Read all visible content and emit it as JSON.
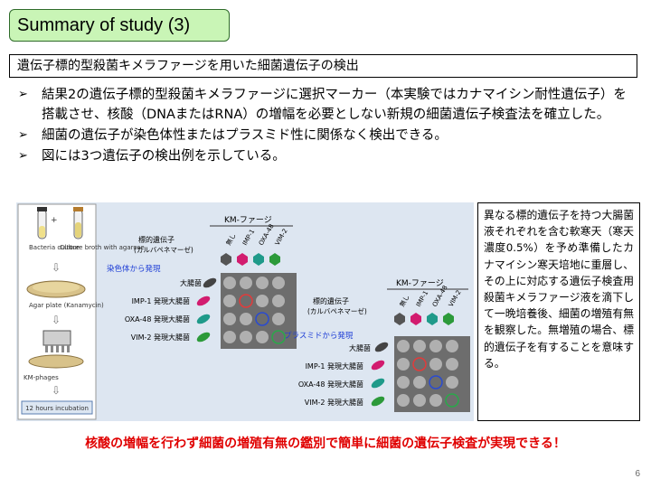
{
  "slide": {
    "title": "Summary of study (3)",
    "subtitle": "遺伝子標的型殺菌キメラファージを用いた細菌遺伝子の検出",
    "bullets": [
      "結果2の遺伝子標的型殺菌キメラファージに選択マーカー（本実験ではカナマイシン耐性遺伝子）を搭載させ、核酸（DNAまたはRNA）の増幅を必要としない新規の細菌遺伝子検査法を確立した。",
      "細菌の遺伝子が染色体性またはプラスミド性に関係なく検出できる。",
      "図には3つ遺伝子の検出例を示している。"
    ],
    "bullet_glyph": "➢",
    "note": "異なる標的遺伝子を持つ大腸菌液それぞれを含む軟寒天（寒天濃度0.5%）を予め準備したカナマイシン寒天培地に重層し、その上に対応する遺伝子検査用殺菌キメラファージ液を滴下して一晩培養後、細菌の増殖有無を観察した。無増殖の場合、標的遺伝子を有することを意味する。",
    "conclusion": "核酸の増幅を行わず細菌の増殖有無の鑑別で簡単に細菌の遺伝子検査が実現できる！",
    "page_number": "6"
  },
  "figure": {
    "left_panel": {
      "bacteria_culture": "Bacteria culture",
      "culture_broth": "Culture broth with agarose",
      "agar_plate": "Agar plate (Kanamycin)",
      "km_phages": "KM-phages",
      "incubation": "12 hours incubation"
    },
    "chromosome_panel": {
      "phage_header": "KM-ファージ",
      "target_gene_label": "標的遺伝子",
      "target_gene_sub": "(カルバペネマーゼ)",
      "columns": [
        "無し",
        "IMP-1",
        "OXA-48",
        "VIM-2"
      ],
      "section_label": "染色体から発現",
      "rows": [
        "大腸菌",
        "IMP-1 発現大腸菌",
        "OXA-48 発現大腸菌",
        "VIM-2 発現大腸菌"
      ]
    },
    "plasmid_panel": {
      "phage_header": "KM-ファージ",
      "target_gene_label": "標的遺伝子",
      "target_gene_sub": "(カルバペネマーゼ)",
      "columns": [
        "無し",
        "IMP-1",
        "OXA-48",
        "VIM-2"
      ],
      "section_label": "プラスミドから発現",
      "rows": [
        "大腸菌",
        "IMP-1 発現大腸菌",
        "OXA-48 発現大腸菌",
        "VIM-2 発現大腸菌"
      ]
    },
    "colors": {
      "section_label": "#1f3fd6",
      "circle_imp1": "#e23b3b",
      "circle_oxa48": "#2a4bd0",
      "circle_vim2": "#2aa84a",
      "bacteria_plain": "#444444",
      "bacteria_imp1": "#d21c6f",
      "bacteria_oxa48": "#1f9a8a",
      "bacteria_vim2": "#2c9a3a"
    }
  }
}
